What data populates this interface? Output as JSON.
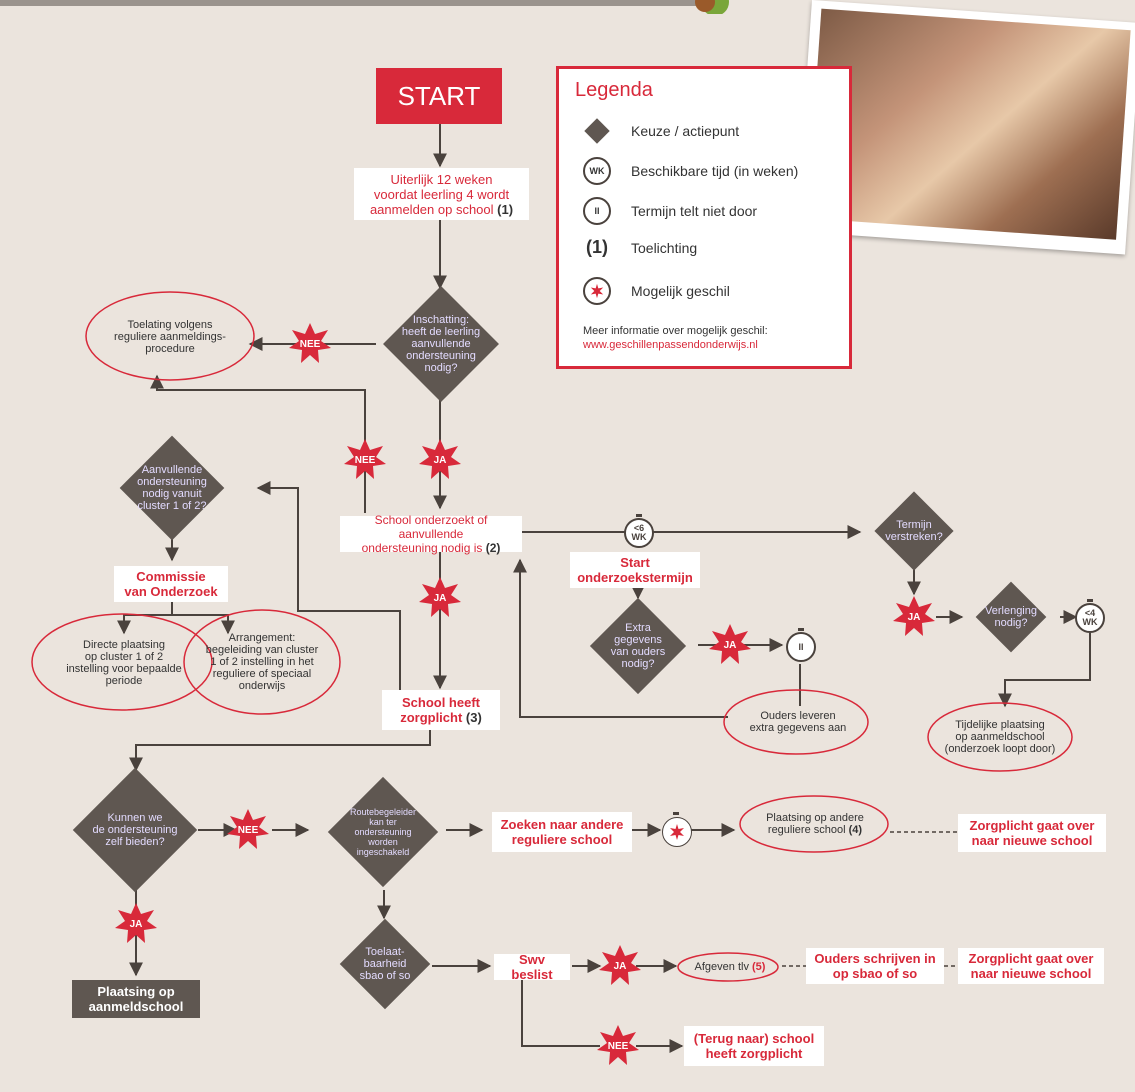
{
  "start": "START",
  "legend": {
    "title": "Legenda",
    "items": [
      {
        "icon": "diamond-icon",
        "label": "Keuze / actiepunt"
      },
      {
        "icon": "timer-weeks-icon",
        "symbol": "WK",
        "label": "Beschikbare tijd (in weken)"
      },
      {
        "icon": "timer-pause-icon",
        "symbol": "II",
        "label": "Termijn telt niet door"
      },
      {
        "icon": "note-number-icon",
        "symbol": "(1)",
        "label": "Toelichting"
      },
      {
        "icon": "dispute-icon",
        "label": "Mogelijk geschil"
      }
    ],
    "more_info": "Meer informatie over mogelijk geschil:",
    "url": "www.geschillenpassendonderwijs.nl"
  },
  "nodes": {
    "deadline": {
      "text": "Uiterlijk 12 weken\nvoordat leerling 4 wordt\naanmelden op school",
      "note": "(1)"
    },
    "assessment": "Inschatting:\nheeft de leerling\naanvullende\nondersteuning\nnodig?",
    "admission_regular": "Toelating volgens\nreguliere aanmeldings-\nprocedure",
    "cluster_question": "Aanvullende\nondersteuning\nnodig vanuit\ncluster 1 of 2?",
    "commission": "Commissie\nvan Onderzoek",
    "direct_placement": "Directe plaatsing\nop cluster 1 of 2\ninstelling voor bepaalde\nperiode",
    "arrangement": "Arrangement:\nbegeleiding van cluster\n1 of 2 instelling in het\nreguliere of speciaal\nonderwijs",
    "school_investigates": {
      "text": "School onderzoekt of aanvullende\nondersteuning nodig is",
      "note": "(2)"
    },
    "start_term": "Start\nonderzoekstermijn",
    "extra_data": "Extra\ngegevens\nvan ouders\nnodig?",
    "parents_provide": "Ouders leveren\nextra gegevens aan",
    "term_expired": "Termijn\nverstreken?",
    "extension": "Verlenging\nnodig?",
    "temp_placement": "Tijdelijke plaatsing\nop aanmeldschool\n(onderzoek loopt door)",
    "duty_of_care": {
      "text": "School heeft\nzorgplicht",
      "note": "(3)"
    },
    "can_we_offer": "Kunnen we\nde ondersteuning\nzelf bieden?",
    "route_guide": "Routebegeleider\nkan ter\nondersteuning\nworden\ningeschakeld",
    "search_other": "Zoeken naar andere\nreguliere school",
    "placement_other": {
      "text": "Plaatsing op andere\nreguliere school",
      "note": "(4)"
    },
    "duty_transfers_1": "Zorgplicht gaat over\nnaar nieuwe school",
    "admissibility": "Toelaat-\nbaarheid\nsbao of so",
    "swv_decides": "Swv beslist",
    "issue_tlv": {
      "text": "Afgeven tlv",
      "note": "(5)"
    },
    "parents_enroll": "Ouders schrijven in\nop sbao of so",
    "duty_transfers_2": "Zorgplicht gaat over\nnaar nieuwe school",
    "back_to_school": "(Terug naar) school\nheeft zorgplicht",
    "placement_home": "Plaatsing op\naanmeldschool"
  },
  "badges": {
    "yes": "JA",
    "no": "NEE"
  },
  "timers": {
    "lt6": "<6\nWK",
    "lt4": "<4\nWK",
    "pause": "II"
  },
  "colors": {
    "accent": "#d8293a",
    "diamond": "#5f5751",
    "background": "#ebe4dd"
  }
}
